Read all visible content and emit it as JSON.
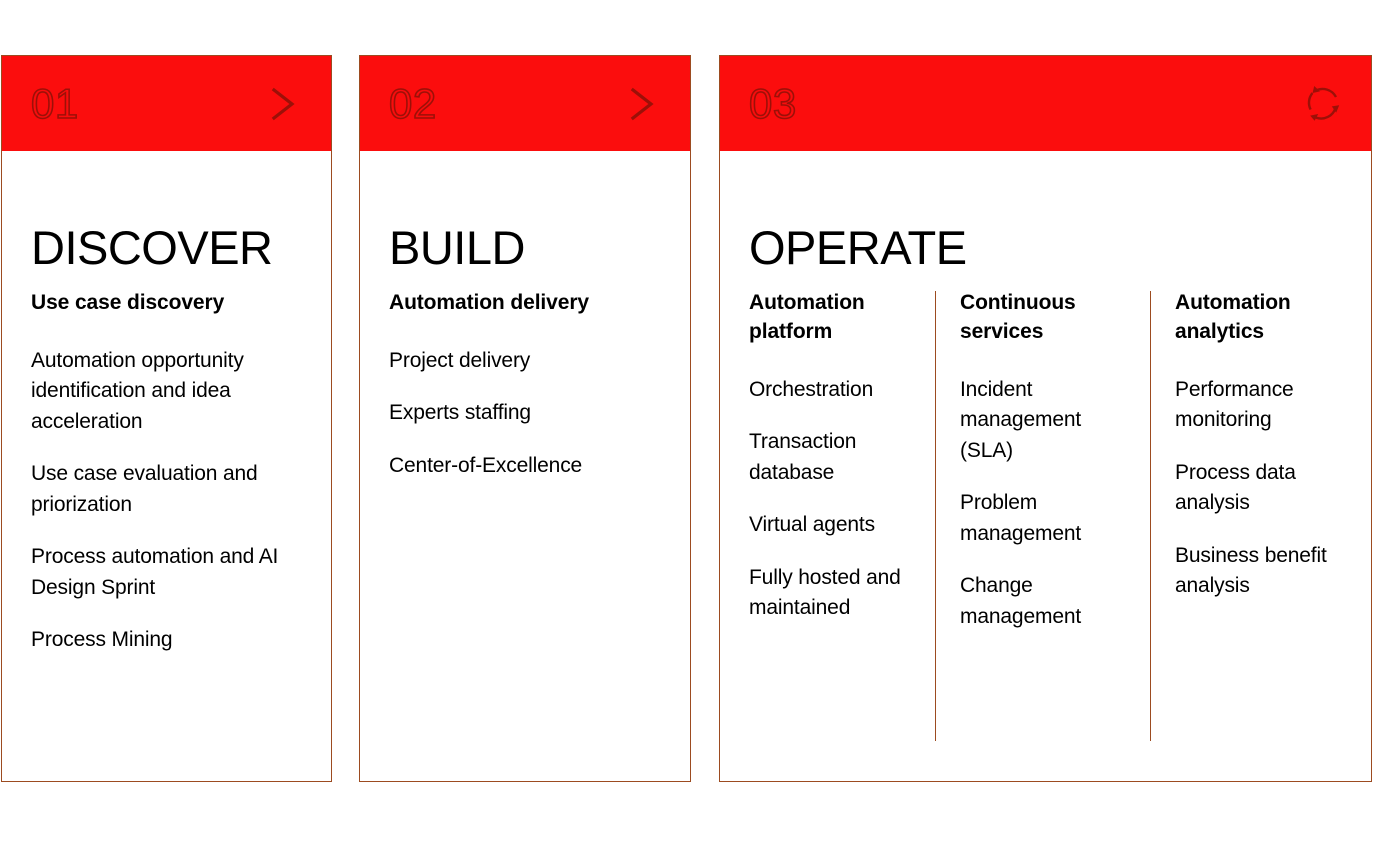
{
  "theme": {
    "accent_red": "#fb0d0d",
    "number_outline": "#9c1008",
    "border": "#9c4b20",
    "text": "#000000",
    "background": "#ffffff"
  },
  "cards": [
    {
      "number": "01",
      "title": "DISCOVER",
      "icon": "chevron-right-icon",
      "columns": [
        {
          "heading": "Use case discovery",
          "items": [
            "Automation opportunity identification and idea acceleration",
            "Use case evaluation and priorization",
            "Process automation and AI Design Sprint",
            "Process Mining"
          ]
        }
      ]
    },
    {
      "number": "02",
      "title": "BUILD",
      "icon": "chevron-right-icon",
      "columns": [
        {
          "heading": "Automation delivery",
          "items": [
            "Project delivery",
            "Experts staffing",
            "Center-of-Excellence"
          ]
        }
      ]
    },
    {
      "number": "03",
      "title": "OPERATE",
      "icon": "recycle-loop-icon",
      "columns": [
        {
          "heading": "Automation platform",
          "items": [
            "Orchestration",
            "Transaction database",
            "Virtual agents",
            "Fully hosted and maintained"
          ]
        },
        {
          "heading": "Continuous services",
          "items": [
            "Incident management (SLA)",
            "Problem management",
            "Change management"
          ]
        },
        {
          "heading": "Automation analytics",
          "items": [
            "Performance monitoring",
            "Process data analysis",
            "Business benefit analysis"
          ]
        }
      ]
    }
  ]
}
